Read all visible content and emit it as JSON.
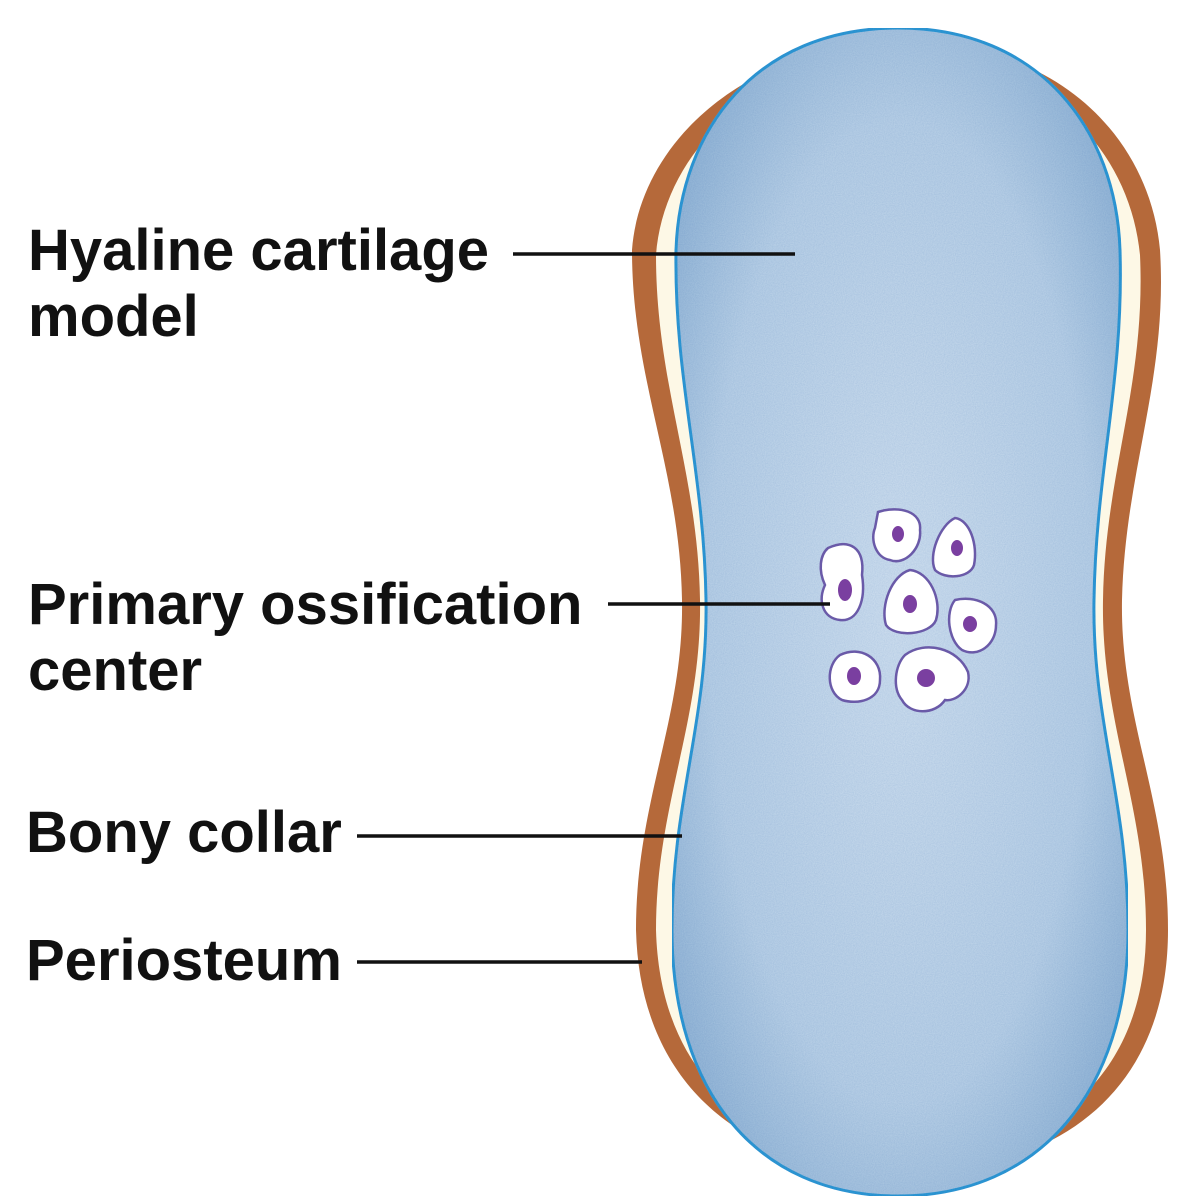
{
  "labels": {
    "hyaline_cartilage": {
      "line1": "Hyaline cartilage",
      "line2": "model"
    },
    "primary_ossification": {
      "line1": "Primary ossification",
      "line2": "center"
    },
    "bony_collar": {
      "line1": "Bony collar"
    },
    "periosteum": {
      "line1": "Periosteum"
    }
  },
  "colors": {
    "periosteum": "#b5693a",
    "bony_collar": "#fdf8e6",
    "cartilage": "#bcd3e8",
    "cartilage_outline": "#2f9bd6",
    "cell_fill": "#ffffff",
    "cell_outline": "#6a5aa8",
    "nucleus": "#7a3fa0",
    "leader_line": "#111111"
  }
}
